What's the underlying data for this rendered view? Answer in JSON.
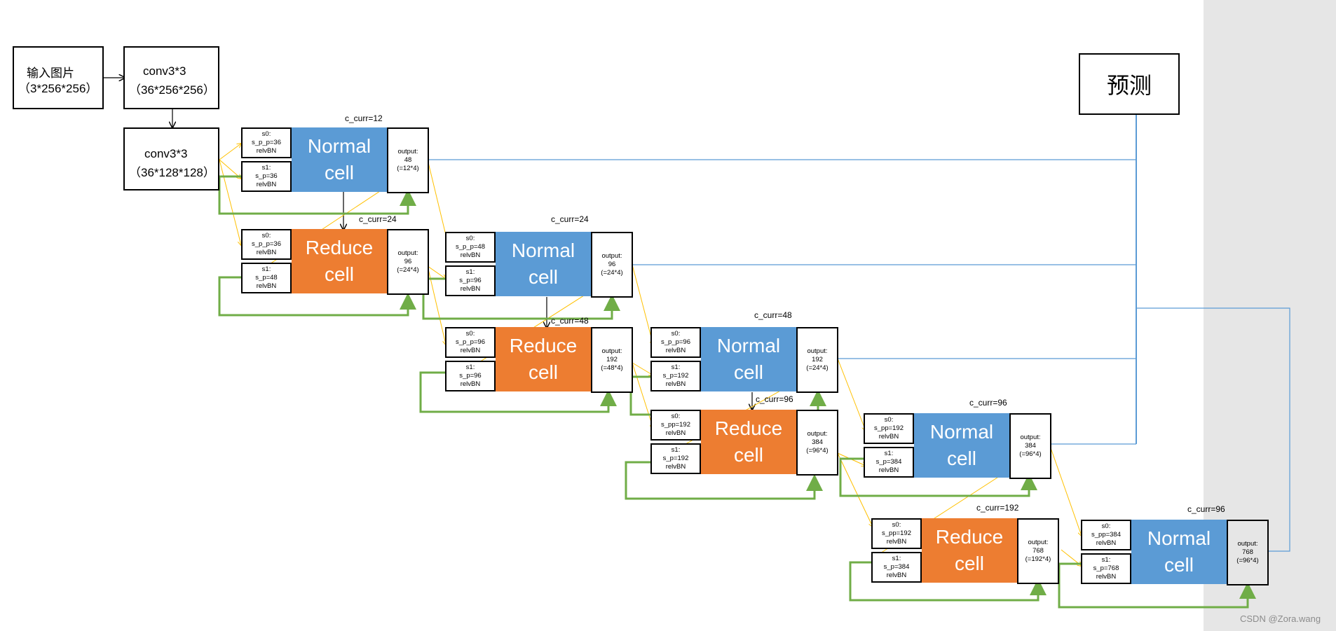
{
  "input": {
    "line1": "输入图片",
    "line2": "（3*256*256）"
  },
  "conv1": {
    "line1": "conv3*3",
    "line2": "（36*256*256）"
  },
  "conv2": {
    "line1": "conv3*3",
    "line2": "（36*128*128）"
  },
  "prediction": "预测",
  "cells": [
    {
      "name_line1": "Normal",
      "name_line2": "cell",
      "c_curr": "c_curr=12",
      "s0": [
        "s0:",
        "s_p_p=36",
        "relvBN"
      ],
      "s1": [
        "s1:",
        "s_p=36",
        "relvBN"
      ],
      "output": [
        "output:",
        "48",
        "(=12*4)"
      ]
    },
    {
      "name_line1": "Reduce",
      "name_line2": "cell",
      "c_curr": "c_curr=24",
      "s0": [
        "s0:",
        "s_p_p=36",
        "relvBN"
      ],
      "s1": [
        "s1:",
        "s_p=48",
        "relvBN"
      ],
      "output": [
        "output:",
        "96",
        "(=24*4)"
      ]
    },
    {
      "name_line1": "Normal",
      "name_line2": "cell",
      "c_curr": "c_curr=24",
      "s0": [
        "s0:",
        "s_p_p=48",
        "relvBN"
      ],
      "s1": [
        "s1:",
        "s_p=96",
        "relvBN"
      ],
      "output": [
        "output:",
        "96",
        "(=24*4)"
      ]
    },
    {
      "name_line1": "Reduce",
      "name_line2": "cell",
      "c_curr": "c_curr=48",
      "s0": [
        "s0:",
        "s_p_p=96",
        "relvBN"
      ],
      "s1": [
        "s1:",
        "s_p=96",
        "relvBN"
      ],
      "output": [
        "output:",
        "192",
        "(=48*4)"
      ]
    },
    {
      "name_line1": "Normal",
      "name_line2": "cell",
      "c_curr": "c_curr=48",
      "s0": [
        "s0:",
        "s_p_p=96",
        "relvBN"
      ],
      "s1": [
        "s1:",
        "s_p=192",
        "relvBN"
      ],
      "output": [
        "output:",
        "192",
        "(=24*4)"
      ]
    },
    {
      "name_line1": "Reduce",
      "name_line2": "cell",
      "c_curr": "c_curr=96",
      "s0": [
        "s0:",
        "s_pp=192",
        "relvBN"
      ],
      "s1": [
        "s1:",
        "s_p=192",
        "relvBN"
      ],
      "output": [
        "output:",
        "384",
        "(=96*4)"
      ]
    },
    {
      "name_line1": "Normal",
      "name_line2": "cell",
      "c_curr": "c_curr=96",
      "s0": [
        "s0:",
        "s_pp=192",
        "relvBN"
      ],
      "s1": [
        "s1:",
        "s_p=384",
        "relvBN"
      ],
      "output": [
        "output:",
        "384",
        "(=96*4)"
      ]
    },
    {
      "name_line1": "Reduce",
      "name_line2": "cell",
      "c_curr": "c_curr=192",
      "s0": [
        "s0:",
        "s_pp=192",
        "relvBN"
      ],
      "s1": [
        "s1:",
        "s_p=384",
        "relvBN"
      ],
      "output": [
        "output:",
        "768",
        "(=192*4)"
      ]
    },
    {
      "name_line1": "Normal",
      "name_line2": "cell",
      "c_curr": "c_curr=96",
      "s0": [
        "s0:",
        "s_pp=384",
        "relvBN"
      ],
      "s1": [
        "s1:",
        "s_p=768",
        "relvBN"
      ],
      "output": [
        "output:",
        "768",
        "(=96*4)"
      ]
    }
  ],
  "watermark": "CSDN @Zora.wang",
  "colors": {
    "normal": "#5b9bd5",
    "reduce": "#ed7d31",
    "green": "#70ad47",
    "yellow": "#ffc000",
    "blue_line": "#5b9bd5",
    "panel": "#e6e6e6"
  }
}
